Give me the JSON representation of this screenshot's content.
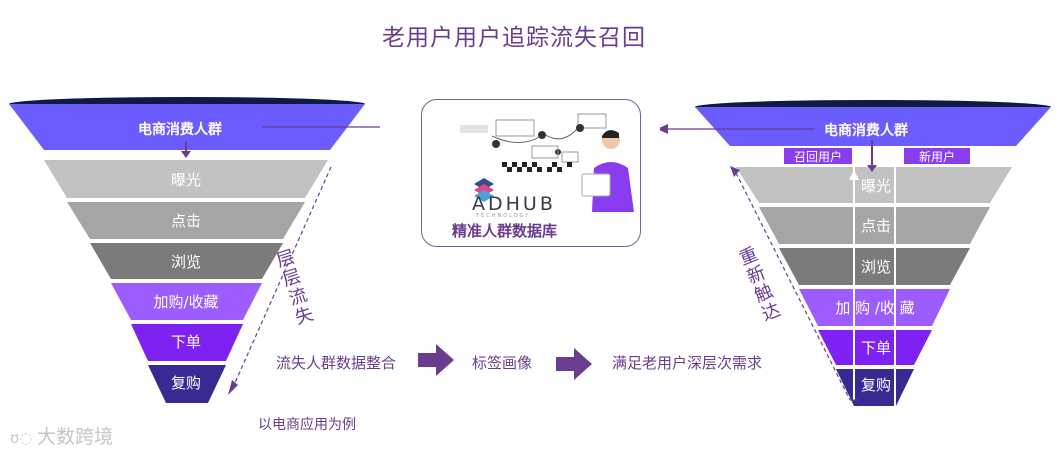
{
  "title": "老用户用户追踪流失召回",
  "left_funnel": {
    "top": "电商消费人群",
    "stages": [
      "曝光",
      "点击",
      "浏览",
      "加购/收藏",
      "下单",
      "复购"
    ],
    "side_label": "层层流失"
  },
  "center_card": {
    "brand": "ADHUB",
    "brand_sub": "TECHNOLOGY",
    "caption": "精准人群数据库"
  },
  "right_funnel": {
    "top": "电商消费人群",
    "tag_recall": "召回用户",
    "tag_new": "新用户",
    "stages": [
      "曝光",
      "点击",
      "浏览",
      "加 购 /收 藏",
      "下单",
      "复购"
    ],
    "side_label": "重新触达"
  },
  "flow": {
    "step1": "流失人群数据整合",
    "step2": "标签画像",
    "step3": "满足老用户深层次需求"
  },
  "note": "以电商应用为例",
  "watermark": "大数跨境",
  "colors": {
    "title": "#6a3d8f",
    "accent": "#6a3d8f",
    "top_band": "#6b5cff",
    "gray_light": "#c2c2c2",
    "gray_mid": "#a5a5a5",
    "gray_dark": "#7b7b7b",
    "purple_light": "#9c5cff",
    "purple_mid": "#7d22f3",
    "purple_deep": "#5a14e6",
    "navy": "#372a93"
  }
}
